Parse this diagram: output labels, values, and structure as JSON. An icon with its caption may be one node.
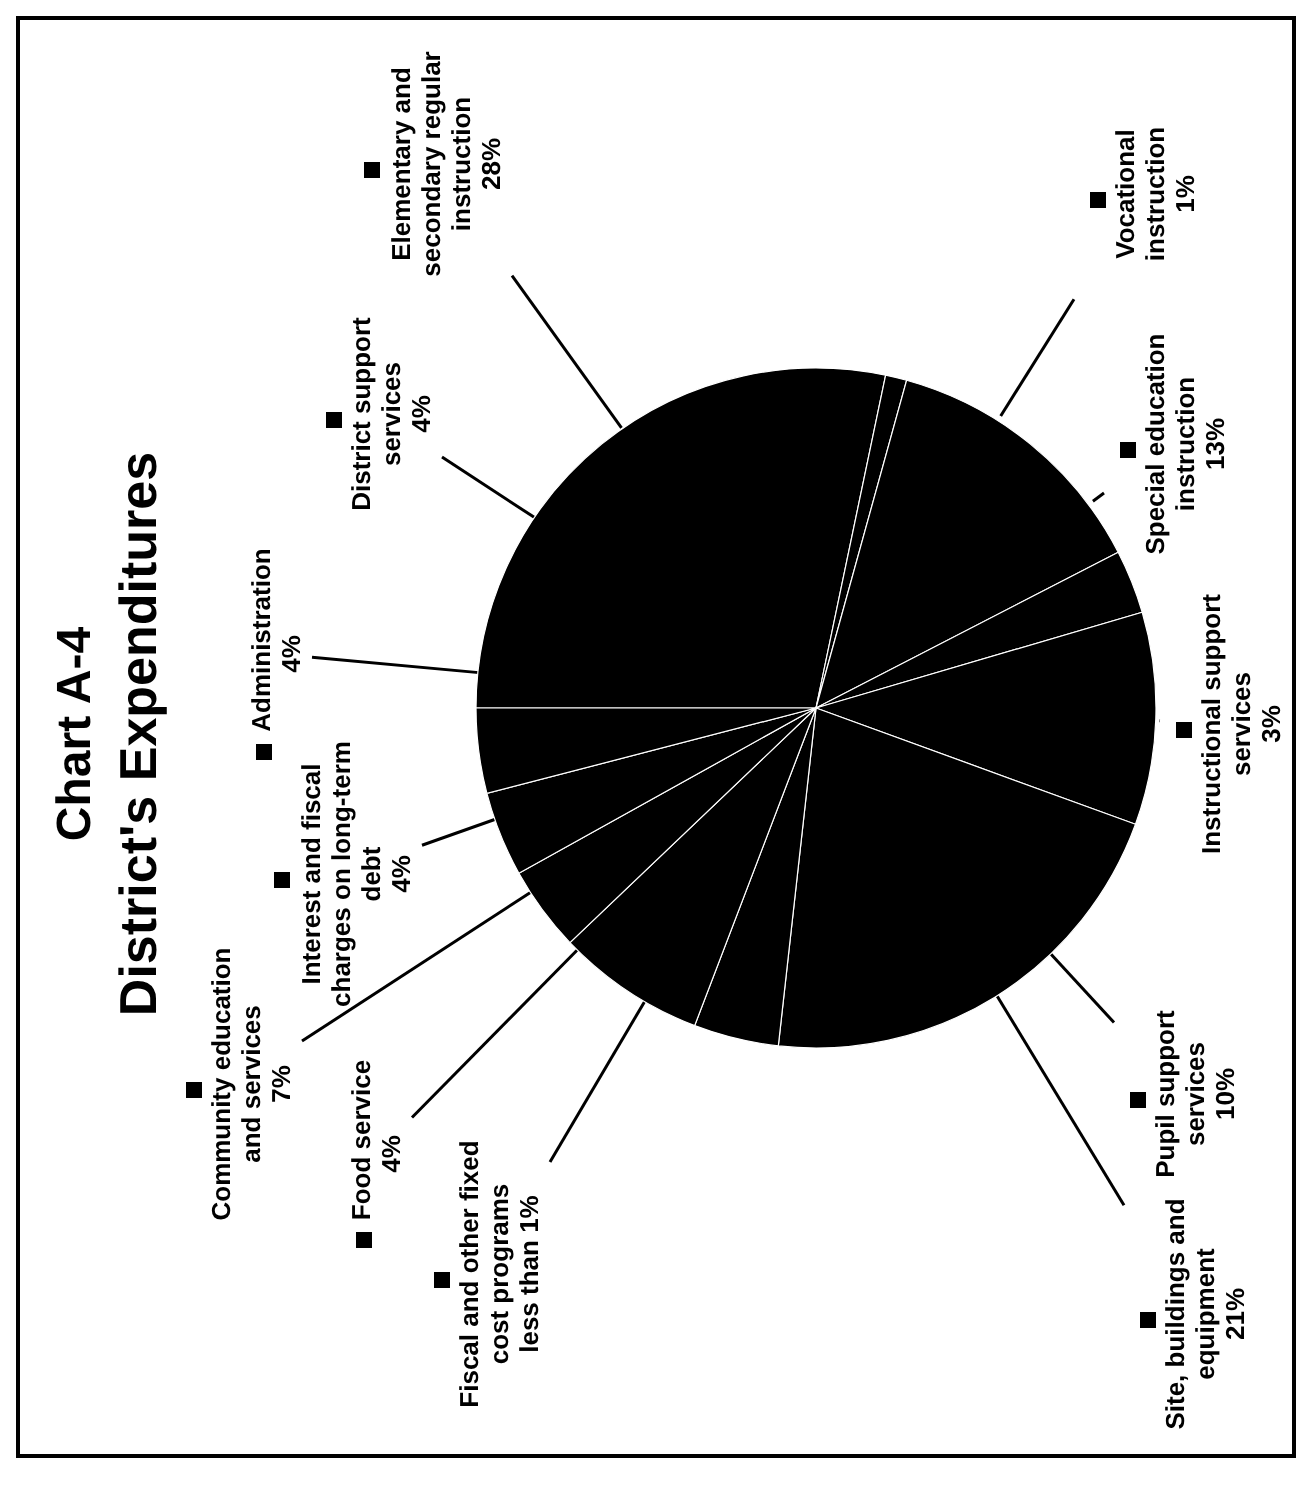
{
  "diagram": {
    "title": "District's Expenditures",
    "labels": [
      "Chart A-4"
    ],
    "chart_data": {
      "type": "pie",
      "categories": [
        "Elementary and secondary regular instruction",
        "Vocational instruction",
        "Special education instruction",
        "Instructional support services",
        "Pupil support services",
        "Site, buildings and equipment",
        "Fiscal and other fixed cost programs",
        "Food service",
        "Community education and services",
        "Interest and fiscal charges on long-term debt",
        "Administration",
        "District support services"
      ],
      "series": [
        {
          "color": "#000000",
          "values": [
            28,
            1,
            13,
            3,
            10,
            21,
            null,
            4,
            7,
            4,
            4,
            4
          ]
        }
      ],
      "value_labels": [
        "28%",
        "1%",
        "13%",
        "3%",
        "10%",
        "21%",
        "less than 1%",
        "4%",
        "7%",
        "4%",
        "4%",
        "4%"
      ]
    }
  }
}
